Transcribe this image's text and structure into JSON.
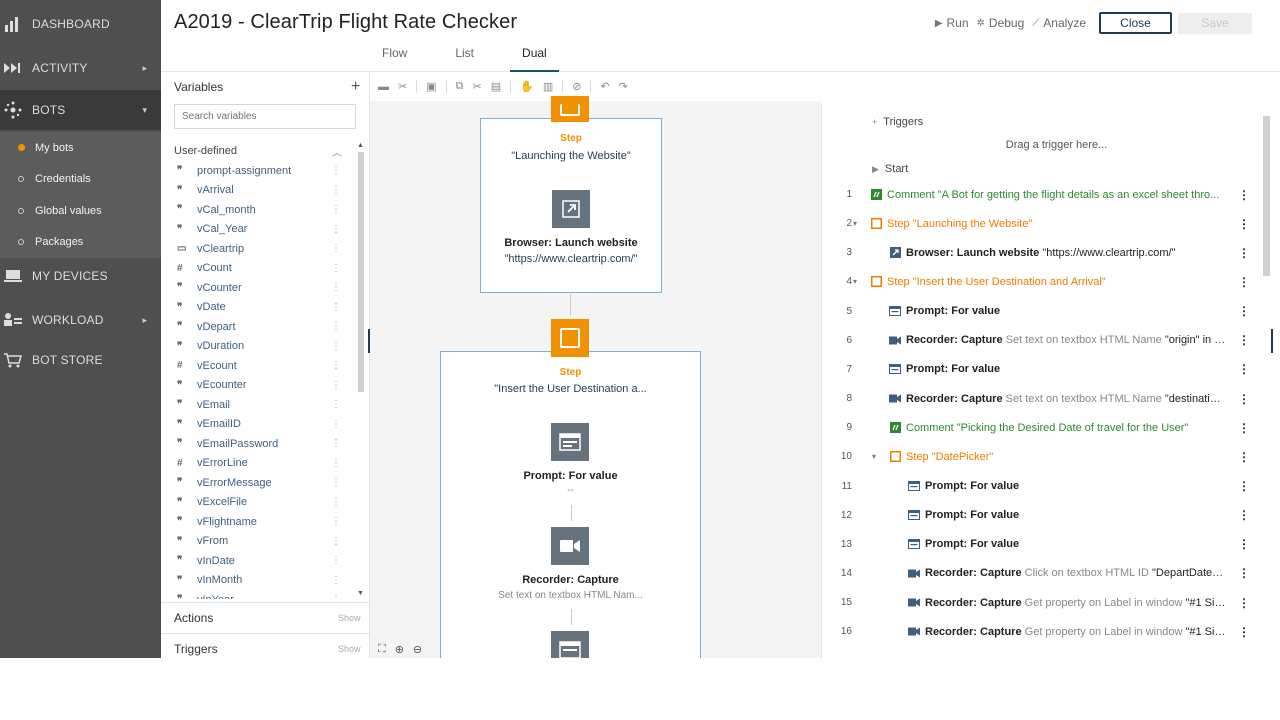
{
  "nav": {
    "items": [
      {
        "label": "DASHBOARD",
        "icon": "dashboard-icon",
        "arrow": ""
      },
      {
        "label": "ACTIVITY",
        "icon": "activity-icon",
        "arrow": "▸"
      },
      {
        "label": "BOTS",
        "icon": "bots-icon",
        "arrow": "▾"
      },
      {
        "label": "MY DEVICES",
        "icon": "devices-icon",
        "arrow": ""
      },
      {
        "label": "WORKLOAD",
        "icon": "workload-icon",
        "arrow": "▸"
      },
      {
        "label": "BOT STORE",
        "icon": "bot-store-icon",
        "arrow": ""
      }
    ],
    "bots_sub": [
      "My bots",
      "Credentials",
      "Global values",
      "Packages"
    ]
  },
  "header": {
    "title": "A2019 - ClearTrip Flight Rate Checker",
    "tabs": [
      "Flow",
      "List",
      "Dual"
    ],
    "active_tab": "Dual",
    "run_label": "Run",
    "debug_label": "Debug",
    "analyze_label": "Analyze",
    "close_label": "Close",
    "save_label": "Save"
  },
  "variables": {
    "title": "Variables",
    "search_placeholder": "Search variables",
    "category": "User-defined",
    "items": [
      {
        "type": "string",
        "name": "prompt-assignment"
      },
      {
        "type": "string",
        "name": "vArrival"
      },
      {
        "type": "string",
        "name": "vCal_month"
      },
      {
        "type": "string",
        "name": "vCal_Year"
      },
      {
        "type": "datetime",
        "name": "vCleartrip"
      },
      {
        "type": "number",
        "name": "vCount"
      },
      {
        "type": "string",
        "name": "vCounter"
      },
      {
        "type": "string",
        "name": "vDate"
      },
      {
        "type": "string",
        "name": "vDepart"
      },
      {
        "type": "string",
        "name": "vDuration"
      },
      {
        "type": "number",
        "name": "vEcount"
      },
      {
        "type": "string",
        "name": "vEcounter"
      },
      {
        "type": "string",
        "name": "vEmail"
      },
      {
        "type": "string",
        "name": "vEmailID"
      },
      {
        "type": "string",
        "name": "vEmailPassword"
      },
      {
        "type": "number",
        "name": "vErrorLine"
      },
      {
        "type": "string",
        "name": "vErrorMessage"
      },
      {
        "type": "string",
        "name": "vExcelFile"
      },
      {
        "type": "string",
        "name": "vFlightname"
      },
      {
        "type": "string",
        "name": "vFrom"
      },
      {
        "type": "string",
        "name": "vInDate"
      },
      {
        "type": "string",
        "name": "vInMonth"
      },
      {
        "type": "string",
        "name": "vInYear"
      }
    ],
    "actions_label": "Actions",
    "triggers_label": "Triggers",
    "show_label": "Show"
  },
  "flow": {
    "step1": {
      "kind": "Step",
      "name": "\"Launching the Website\""
    },
    "action1": {
      "title": "Browser: Launch website",
      "sub": "\"https://www.cleartrip.com/\""
    },
    "step2": {
      "kind": "Step",
      "name": "\"Insert the User Destination a..."
    },
    "action2": {
      "title": "Prompt: For value",
      "sub": "--"
    },
    "action3": {
      "title": "Recorder: Capture",
      "sub": "Set text on textbox HTML Nam..."
    }
  },
  "list": {
    "triggers_label": "Triggers",
    "drag_text": "Drag a trigger here...",
    "start_label": "Start",
    "rows": [
      {
        "n": "1",
        "indent": 0,
        "icon": "comment",
        "kw": "Comment",
        "kwStyle": "green",
        "desc": "",
        "q": "\"A Bot for getting the flight details as an excel sheet thro...",
        "qStyle": "green",
        "toggle": ""
      },
      {
        "n": "2",
        "indent": 0,
        "icon": "step",
        "kw": "Step",
        "kwStyle": "orange",
        "desc": "",
        "q": "\"Launching the Website\"",
        "qStyle": "orange",
        "toggle": "▾"
      },
      {
        "n": "3",
        "indent": 1,
        "icon": "launch",
        "kw": "Browser: Launch website",
        "kwStyle": "bold",
        "desc": "",
        "q": "\"https://www.cleartrip.com/\"",
        "qStyle": "q",
        "toggle": ""
      },
      {
        "n": "4",
        "indent": 0,
        "icon": "step",
        "kw": "Step",
        "kwStyle": "orange",
        "desc": "",
        "q": "\"Insert the User Destination and Arrival\"",
        "qStyle": "orange",
        "toggle": "▾"
      },
      {
        "n": "5",
        "indent": 1,
        "icon": "prompt",
        "kw": "Prompt: For value",
        "kwStyle": "bold",
        "desc": "",
        "q": "",
        "qStyle": "q",
        "toggle": ""
      },
      {
        "n": "6",
        "indent": 1,
        "icon": "recorder",
        "kw": "Recorder: Capture",
        "kwStyle": "bold",
        "desc": "Set text on textbox HTML Name",
        "q": "\"origin\" in w...",
        "qStyle": "q",
        "toggle": ""
      },
      {
        "n": "7",
        "indent": 1,
        "icon": "prompt",
        "kw": "Prompt: For value",
        "kwStyle": "bold",
        "desc": "",
        "q": "",
        "qStyle": "q",
        "toggle": ""
      },
      {
        "n": "8",
        "indent": 1,
        "icon": "recorder",
        "kw": "Recorder: Capture",
        "kwStyle": "bold",
        "desc": "Set text on textbox HTML Name",
        "q": "\"destination...",
        "qStyle": "q",
        "toggle": ""
      },
      {
        "n": "9",
        "indent": 1,
        "icon": "comment",
        "kw": "Comment",
        "kwStyle": "green",
        "desc": "",
        "q": "\"Picking the Desired Date of travel for the User\"",
        "qStyle": "green",
        "toggle": ""
      },
      {
        "n": "10",
        "indent": 1,
        "icon": "step",
        "kw": "Step",
        "kwStyle": "orange",
        "desc": "",
        "q": "\"DatePicker\"",
        "qStyle": "orange",
        "toggle": "▾"
      },
      {
        "n": "11",
        "indent": 2,
        "icon": "prompt",
        "kw": "Prompt: For value",
        "kwStyle": "bold",
        "desc": "",
        "q": "",
        "qStyle": "q",
        "toggle": ""
      },
      {
        "n": "12",
        "indent": 2,
        "icon": "prompt",
        "kw": "Prompt: For value",
        "kwStyle": "bold",
        "desc": "",
        "q": "",
        "qStyle": "q",
        "toggle": ""
      },
      {
        "n": "13",
        "indent": 2,
        "icon": "prompt",
        "kw": "Prompt: For value",
        "kwStyle": "bold",
        "desc": "",
        "q": "",
        "qStyle": "q",
        "toggle": ""
      },
      {
        "n": "14",
        "indent": 2,
        "icon": "recorder",
        "kw": "Recorder: Capture",
        "kwStyle": "bold",
        "desc": "Click on textbox HTML ID",
        "q": "\"DepartDate\" i...",
        "qStyle": "q",
        "toggle": ""
      },
      {
        "n": "15",
        "indent": 2,
        "icon": "recorder",
        "kw": "Recorder: Capture",
        "kwStyle": "bold",
        "desc": "Get property on Label in window",
        "q": "\"#1 Sit...",
        "qStyle": "q",
        "toggle": ""
      },
      {
        "n": "16",
        "indent": 2,
        "icon": "recorder",
        "kw": "Recorder: Capture",
        "kwStyle": "bold",
        "desc": "Get property on Label in window",
        "q": "\"#1 Sit...",
        "qStyle": "q",
        "toggle": ""
      }
    ]
  },
  "colors": {
    "accent_orange": "#f29100",
    "nav_bg": "#4f4f4f",
    "comment_green": "#2d8a2d",
    "navy": "#1d3d56"
  }
}
